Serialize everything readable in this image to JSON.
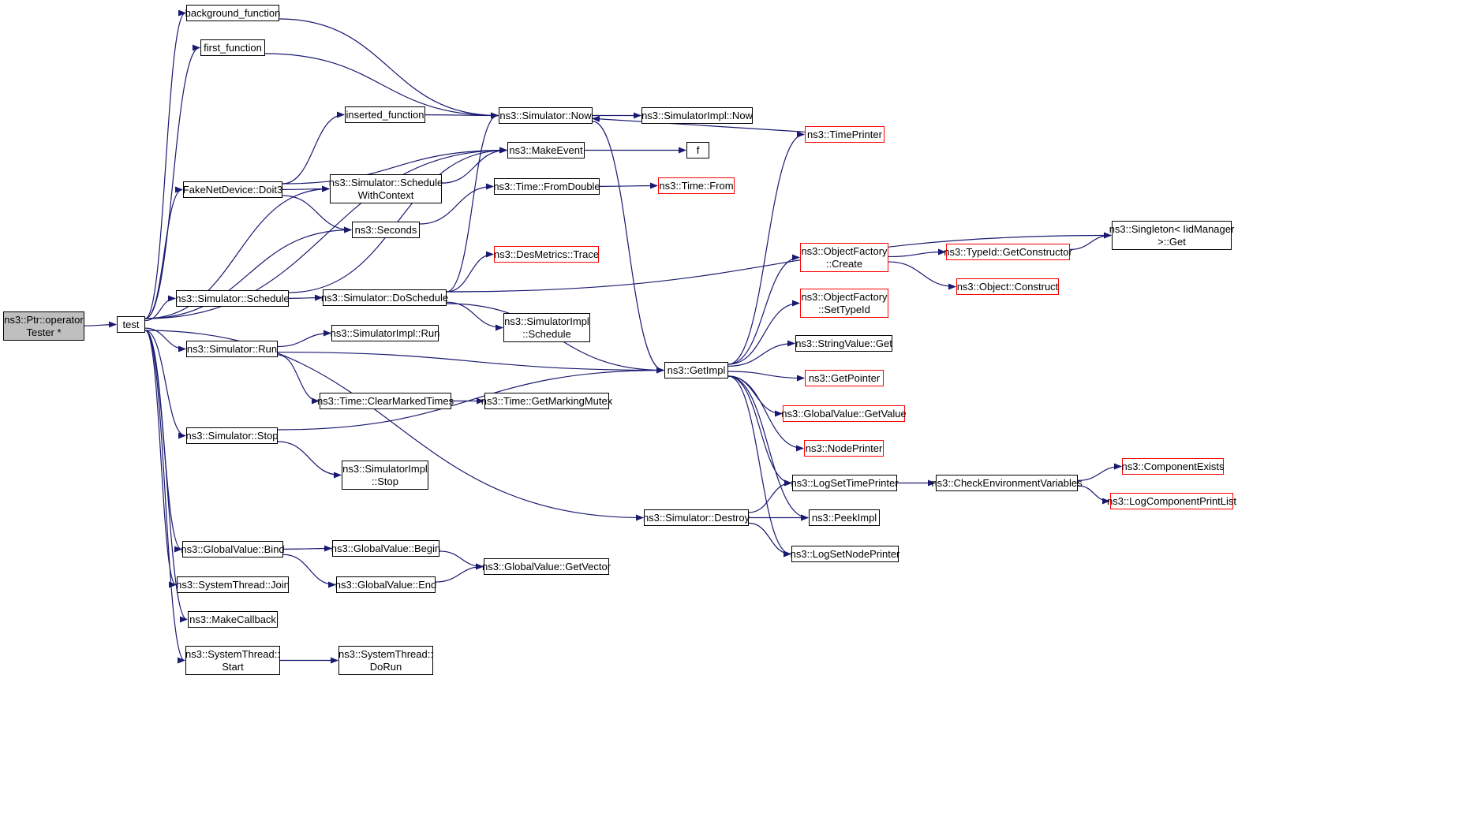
{
  "colors": {
    "edge": "#191970",
    "border": "#000000",
    "incomplete_border": "#ff0000",
    "root_fill": "#bfbfbf",
    "background": "#ffffff"
  },
  "nodes": [
    {
      "id": "root",
      "label": "ns3::Ptr::operator\nTester *",
      "root": true
    },
    {
      "id": "test",
      "label": "test"
    },
    {
      "id": "background_function",
      "label": "background_function"
    },
    {
      "id": "first_function",
      "label": "first_function"
    },
    {
      "id": "inserted_function",
      "label": "inserted_function"
    },
    {
      "id": "fakenet_doit3",
      "label": "FakeNetDevice::Doit3"
    },
    {
      "id": "sim_schedule",
      "label": "ns3::Simulator::Schedule"
    },
    {
      "id": "sim_run",
      "label": "ns3::Simulator::Run"
    },
    {
      "id": "sim_stop",
      "label": "ns3::Simulator::Stop"
    },
    {
      "id": "gv_bind",
      "label": "ns3::GlobalValue::Bind"
    },
    {
      "id": "st_join",
      "label": "ns3::SystemThread::Join"
    },
    {
      "id": "make_callback",
      "label": "ns3::MakeCallback"
    },
    {
      "id": "st_start",
      "label": "ns3::SystemThread::\nStart"
    },
    {
      "id": "sim_now",
      "label": "ns3::Simulator::Now"
    },
    {
      "id": "make_event",
      "label": "ns3::MakeEvent"
    },
    {
      "id": "sim_sched_ctx",
      "label": "ns3::Simulator::Schedule\nWithContext"
    },
    {
      "id": "seconds",
      "label": "ns3::Seconds"
    },
    {
      "id": "time_fromdouble",
      "label": "ns3::Time::FromDouble"
    },
    {
      "id": "des_trace",
      "label": "ns3::DesMetrics::Trace",
      "incomplete": true
    },
    {
      "id": "sim_doschedule",
      "label": "ns3::Simulator::DoSchedule"
    },
    {
      "id": "simimpl_run",
      "label": "ns3::SimulatorImpl::Run"
    },
    {
      "id": "simimpl_schedule",
      "label": "ns3::SimulatorImpl\n::Schedule"
    },
    {
      "id": "time_clearmarked",
      "label": "ns3::Time::ClearMarkedTimes"
    },
    {
      "id": "time_getmarking",
      "label": "ns3::Time::GetMarkingMutex"
    },
    {
      "id": "simimpl_stop",
      "label": "ns3::SimulatorImpl\n::Stop"
    },
    {
      "id": "sim_destroy",
      "label": "ns3::Simulator::Destroy"
    },
    {
      "id": "gv_begin",
      "label": "ns3::GlobalValue::Begin"
    },
    {
      "id": "gv_end",
      "label": "ns3::GlobalValue::End"
    },
    {
      "id": "gv_getvector",
      "label": "ns3::GlobalValue::GetVector"
    },
    {
      "id": "st_dorun",
      "label": "ns3::SystemThread::\nDoRun"
    },
    {
      "id": "simimpl_now",
      "label": "ns3::SimulatorImpl::Now"
    },
    {
      "id": "f",
      "label": "f"
    },
    {
      "id": "time_from",
      "label": "ns3::Time::From",
      "incomplete": true
    },
    {
      "id": "getimpl",
      "label": "ns3::GetImpl"
    },
    {
      "id": "timeprinter",
      "label": "ns3::TimePrinter",
      "incomplete": true
    },
    {
      "id": "of_create",
      "label": "ns3::ObjectFactory\n::Create",
      "incomplete": true
    },
    {
      "id": "of_settypeid",
      "label": "ns3::ObjectFactory\n::SetTypeId",
      "incomplete": true
    },
    {
      "id": "stringvalue_get",
      "label": "ns3::StringValue::Get"
    },
    {
      "id": "getpointer",
      "label": "ns3::GetPointer",
      "incomplete": true
    },
    {
      "id": "gv_getvalue",
      "label": "ns3::GlobalValue::GetValue",
      "incomplete": true
    },
    {
      "id": "nodeprinter",
      "label": "ns3::NodePrinter",
      "incomplete": true
    },
    {
      "id": "logsettimeprinter",
      "label": "ns3::LogSetTimePrinter"
    },
    {
      "id": "peekimpl",
      "label": "ns3::PeekImpl"
    },
    {
      "id": "logsetnodeprinter",
      "label": "ns3::LogSetNodePrinter"
    },
    {
      "id": "typeid_getctor",
      "label": "ns3::TypeId::GetConstructor",
      "incomplete": true
    },
    {
      "id": "object_construct",
      "label": "ns3::Object::Construct",
      "incomplete": true
    },
    {
      "id": "singleton_get",
      "label": "ns3::Singleton< IidManager\n>::Get"
    },
    {
      "id": "checkenv",
      "label": "ns3::CheckEnvironmentVariables"
    },
    {
      "id": "componentexists",
      "label": "ns3::ComponentExists",
      "incomplete": true
    },
    {
      "id": "logcomponentprintlist",
      "label": "ns3::LogComponentPrintList",
      "incomplete": true
    }
  ],
  "edges": [
    [
      "root",
      "test"
    ],
    [
      "test",
      "background_function"
    ],
    [
      "test",
      "first_function"
    ],
    [
      "test",
      "make_event"
    ],
    [
      "test",
      "fakenet_doit3"
    ],
    [
      "test",
      "sim_sched_ctx"
    ],
    [
      "test",
      "seconds"
    ],
    [
      "test",
      "sim_schedule"
    ],
    [
      "test",
      "sim_run"
    ],
    [
      "test",
      "sim_stop"
    ],
    [
      "test",
      "sim_destroy"
    ],
    [
      "test",
      "gv_bind"
    ],
    [
      "test",
      "st_join"
    ],
    [
      "test",
      "make_callback"
    ],
    [
      "test",
      "st_start"
    ],
    [
      "background_function",
      "sim_now"
    ],
    [
      "first_function",
      "sim_now"
    ],
    [
      "inserted_function",
      "sim_now"
    ],
    [
      "fakenet_doit3",
      "inserted_function"
    ],
    [
      "fakenet_doit3",
      "make_event"
    ],
    [
      "fakenet_doit3",
      "sim_sched_ctx"
    ],
    [
      "fakenet_doit3",
      "seconds"
    ],
    [
      "sim_sched_ctx",
      "make_event"
    ],
    [
      "seconds",
      "time_fromdouble"
    ],
    [
      "time_fromdouble",
      "time_from"
    ],
    [
      "sim_schedule",
      "make_event"
    ],
    [
      "sim_schedule",
      "sim_doschedule"
    ],
    [
      "sim_doschedule",
      "sim_now"
    ],
    [
      "sim_doschedule",
      "des_trace"
    ],
    [
      "sim_doschedule",
      "singleton_get"
    ],
    [
      "sim_doschedule",
      "getimpl"
    ],
    [
      "sim_doschedule",
      "simimpl_schedule"
    ],
    [
      "sim_run",
      "simimpl_run"
    ],
    [
      "sim_run",
      "getimpl"
    ],
    [
      "sim_run",
      "time_clearmarked"
    ],
    [
      "time_clearmarked",
      "time_getmarking"
    ],
    [
      "sim_stop",
      "getimpl"
    ],
    [
      "sim_stop",
      "simimpl_stop"
    ],
    [
      "sim_destroy",
      "logsettimeprinter"
    ],
    [
      "sim_destroy",
      "peekimpl"
    ],
    [
      "sim_destroy",
      "logsetnodeprinter"
    ],
    [
      "gv_bind",
      "gv_begin"
    ],
    [
      "gv_bind",
      "gv_end"
    ],
    [
      "gv_begin",
      "gv_getvector"
    ],
    [
      "gv_end",
      "gv_getvector"
    ],
    [
      "st_start",
      "st_dorun"
    ],
    [
      "sim_now",
      "simimpl_now"
    ],
    [
      "sim_now",
      "getimpl"
    ],
    [
      "make_event",
      "f"
    ],
    [
      "timeprinter",
      "sim_now"
    ],
    [
      "getimpl",
      "timeprinter"
    ],
    [
      "getimpl",
      "of_create"
    ],
    [
      "getimpl",
      "of_settypeid"
    ],
    [
      "getimpl",
      "stringvalue_get"
    ],
    [
      "getimpl",
      "getpointer"
    ],
    [
      "getimpl",
      "gv_getvalue"
    ],
    [
      "getimpl",
      "nodeprinter"
    ],
    [
      "getimpl",
      "logsettimeprinter"
    ],
    [
      "getimpl",
      "peekimpl"
    ],
    [
      "getimpl",
      "logsetnodeprinter"
    ],
    [
      "of_create",
      "typeid_getctor"
    ],
    [
      "of_create",
      "object_construct"
    ],
    [
      "typeid_getctor",
      "singleton_get"
    ],
    [
      "logsettimeprinter",
      "checkenv"
    ],
    [
      "checkenv",
      "componentexists"
    ],
    [
      "checkenv",
      "logcomponentprintlist"
    ]
  ]
}
